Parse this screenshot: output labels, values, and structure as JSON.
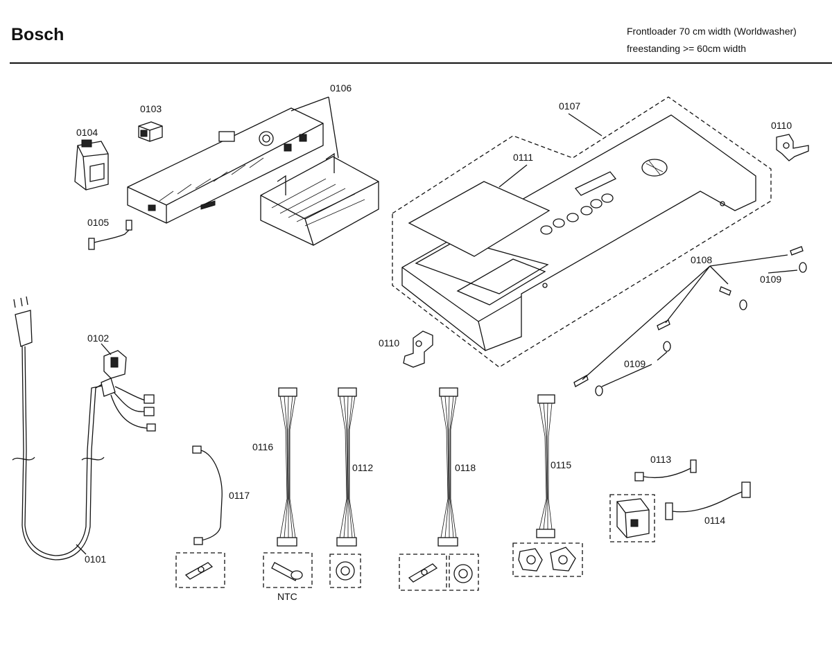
{
  "header": {
    "brand": "Bosch",
    "subtitle_line1": "Frontloader 70 cm width (Worldwasher)",
    "subtitle_line2": "freestanding >= 60cm width"
  },
  "callouts": {
    "p0101": "0101",
    "p0102": "0102",
    "p0103": "0103",
    "p0104": "0104",
    "p0105": "0105",
    "p0106": "0106",
    "p0107": "0107",
    "p0108": "0108",
    "p0109a": "0109",
    "p0109b": "0109",
    "p0110a": "0110",
    "p0110b": "0110",
    "p0111": "0111",
    "p0112": "0112",
    "p0113": "0113",
    "p0114": "0114",
    "p0115": "0115",
    "p0116": "0116",
    "p0117": "0117",
    "p0118": "0118",
    "ntc": "NTC"
  }
}
